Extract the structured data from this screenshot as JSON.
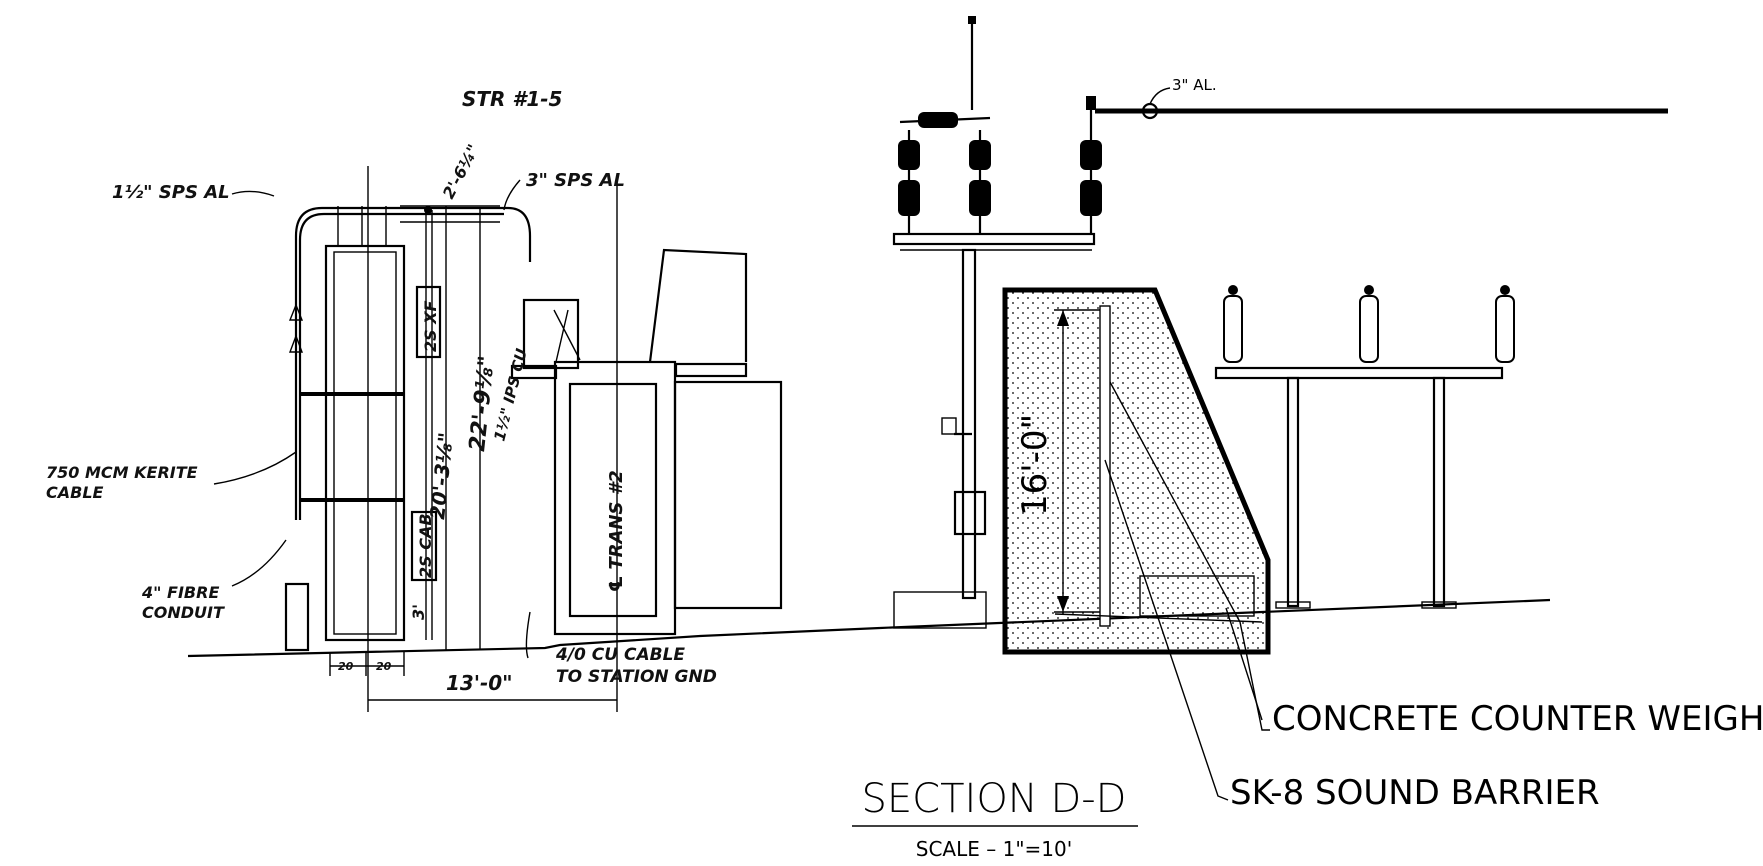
{
  "labels": {
    "str": "STR #1-5",
    "sps_small": "1½\" SPS AL",
    "sps_large": "3\" SPS AL",
    "dim_top": "2'-6¼\"",
    "dim_tall": "22'-9⅛\"",
    "dim_mid": "20'-3⅛\"",
    "cab_xf": "2S XF",
    "cab": "2S CAB",
    "dim_3": "3'",
    "ips_cu": "1½\" IPS CU",
    "trans": "℄ TRANS #2",
    "kerite_1": "750 MCM KERITE",
    "kerite_2": "CABLE",
    "fibre_1": "4\" FIBRE",
    "fibre_2": "CONDUIT",
    "gnd_1": "4/0 CU CABLE",
    "gnd_2": "TO STATION GND",
    "dim_20a": "20",
    "dim_20b": "20",
    "dim_13": "13'-0\"",
    "al_3": "3\" AL.",
    "dim_16": "16'-0\"",
    "counter_weight": "CONCRETE COUNTER WEIGHT",
    "sound_barrier": "SK-8 SOUND BARRIER",
    "section_title": "SECTION D-D",
    "scale": "SCALE – 1\"=10'"
  }
}
